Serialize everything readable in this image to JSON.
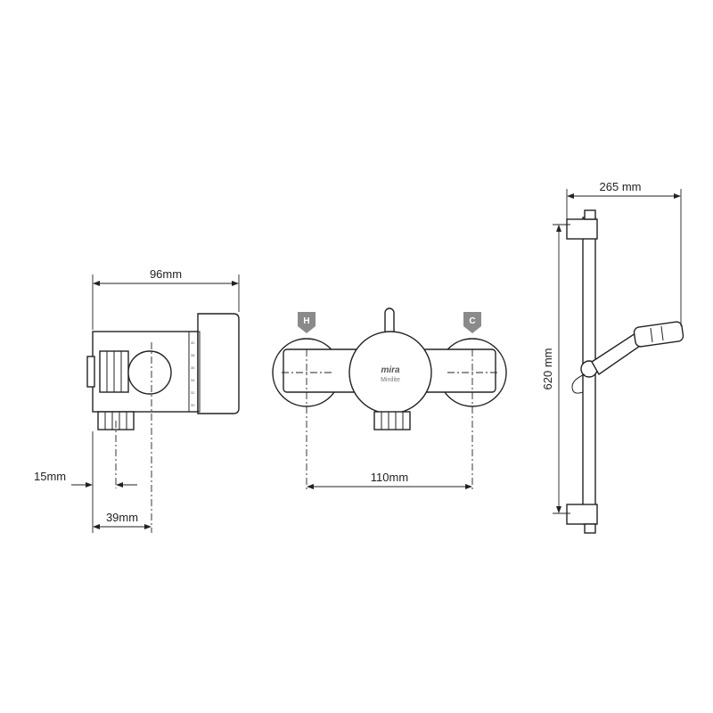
{
  "dimensions": {
    "side_width": "96mm",
    "offset_small": "15mm",
    "offset_depth": "39mm",
    "centres": "110mm",
    "rail_height": "620 mm",
    "rail_depth": "265 mm"
  },
  "valve": {
    "brand_logo": "mira",
    "model_label": "Minilite",
    "hot_badge": "H",
    "cold_badge": "C",
    "badge_color": "#8a8a8a"
  },
  "side_view": {
    "temperature_scale": [
      "40",
      "38",
      "36",
      "34",
      "32",
      "30"
    ]
  }
}
